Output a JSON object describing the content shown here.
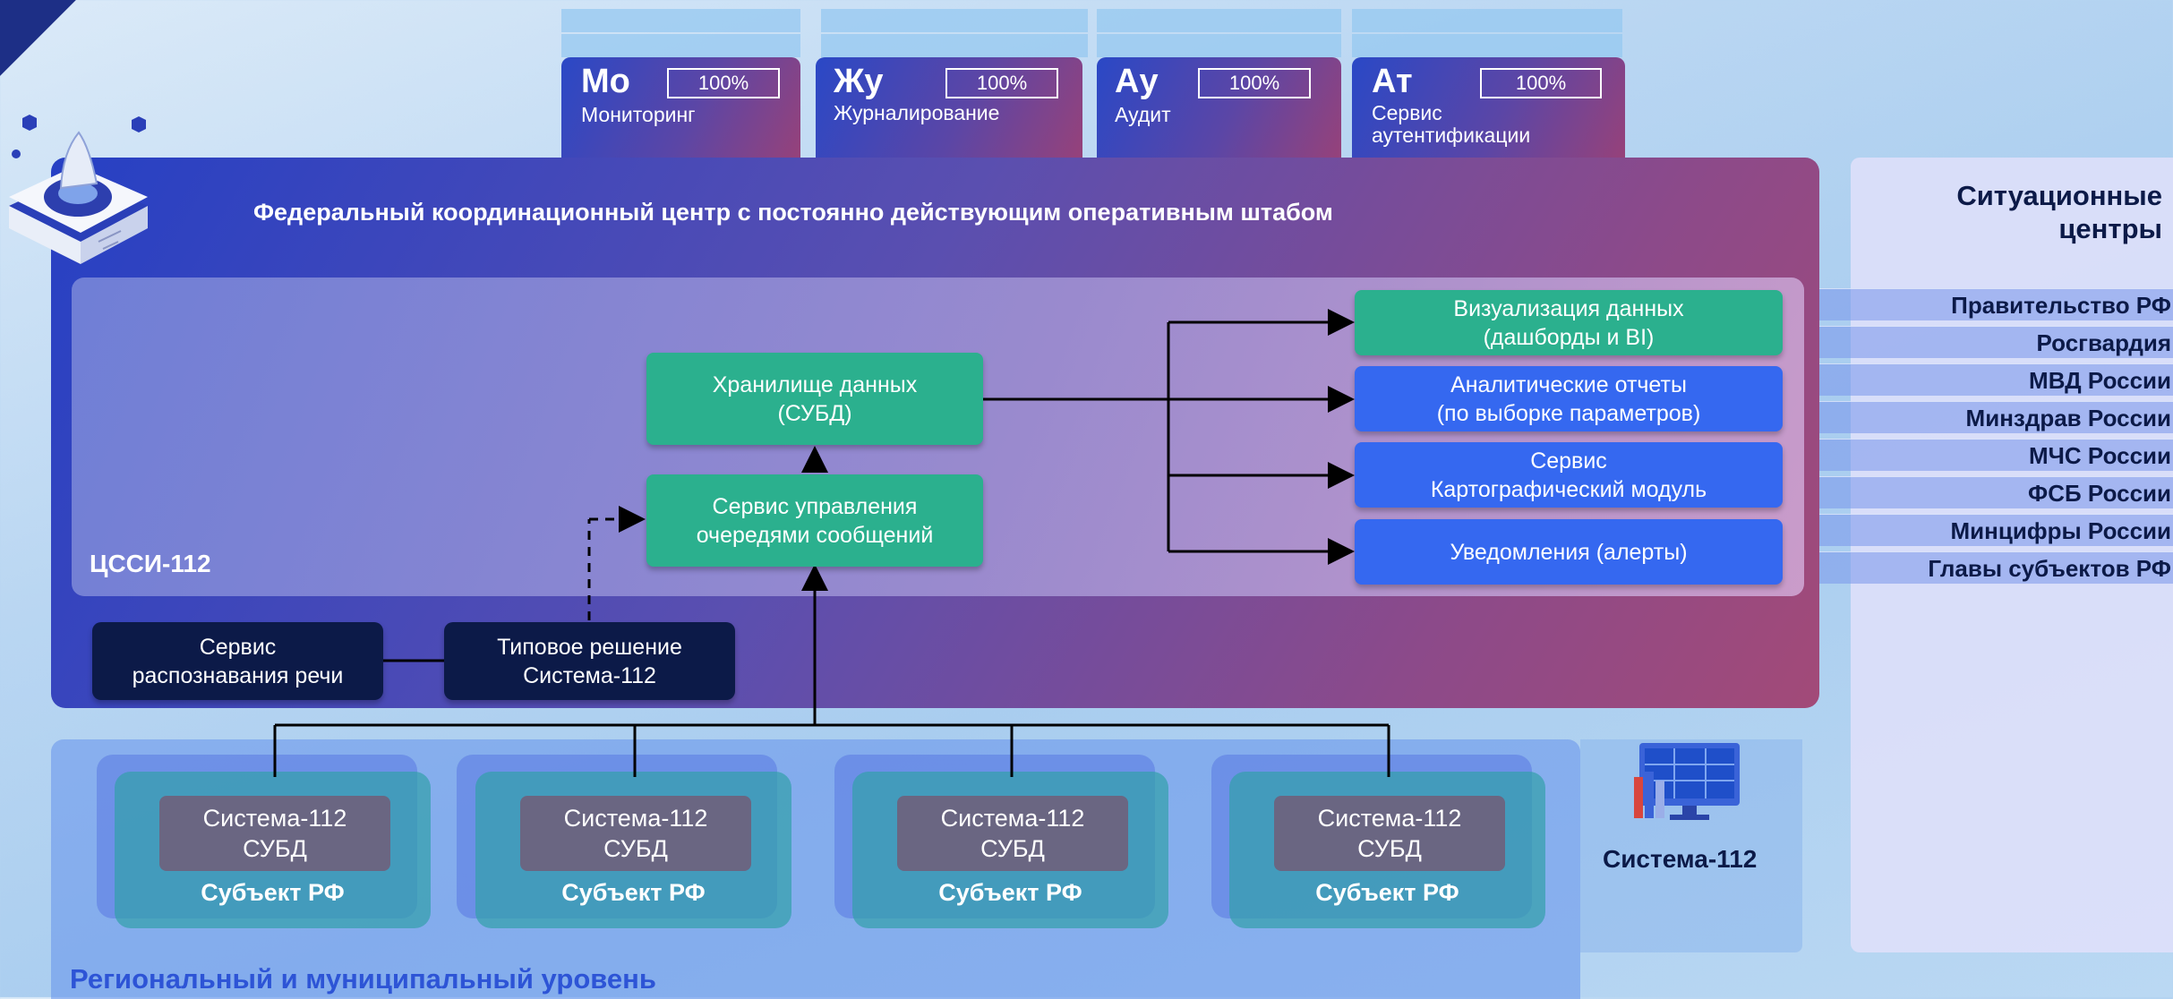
{
  "modules": [
    {
      "code": "Мо",
      "percent": "100%",
      "name": "Мониторинг"
    },
    {
      "code": "Жу",
      "percent": "100%",
      "name": "Журналирование"
    },
    {
      "code": "Ау",
      "percent": "100%",
      "name": "Аудит"
    },
    {
      "code": "Ат",
      "percent": "100%",
      "name": "Сервис\nаутентификации"
    }
  ],
  "federal": {
    "title": "Федеральный координационный центр с постоянно действующим оперативным штабом",
    "inner_label": "ЦССИ-112"
  },
  "center": {
    "storage": "Хранилище данных\n(СУБД)",
    "queue": "Сервис управления\nочередями сообщений",
    "speech": "Сервис\nраспознавания речи",
    "typical": "Типовое решение\nСистема-112"
  },
  "outputs": [
    {
      "label": "Визуализация данных\n(дашборды и BI)",
      "color": "#2bb08e"
    },
    {
      "label": "Аналитические отчеты\n(по выборке параметров)",
      "color": "#3568f0"
    },
    {
      "label": "Сервис\nКартографический модуль",
      "color": "#3568f0"
    },
    {
      "label": "Уведомления (алерты)",
      "color": "#3568f0"
    }
  ],
  "regional": {
    "title": "Региональный и муниципальный уровень",
    "subjects": [
      {
        "db": "Система-112\nСУБД",
        "label": "Субъект РФ"
      },
      {
        "db": "Система-112\nСУБД",
        "label": "Субъект РФ"
      },
      {
        "db": "Система-112\nСУБД",
        "label": "Субъект РФ"
      },
      {
        "db": "Система-112\nСУБД",
        "label": "Субъект РФ"
      }
    ],
    "system_label": "Система-112"
  },
  "situation": {
    "title": "Ситуационные\nцентры",
    "items": [
      "Правительство РФ",
      "Росгвардия",
      "МВД России",
      "Минздрав России",
      "МЧС России",
      "ФСБ России",
      "Минцифры России",
      "Главы субъектов РФ"
    ]
  }
}
